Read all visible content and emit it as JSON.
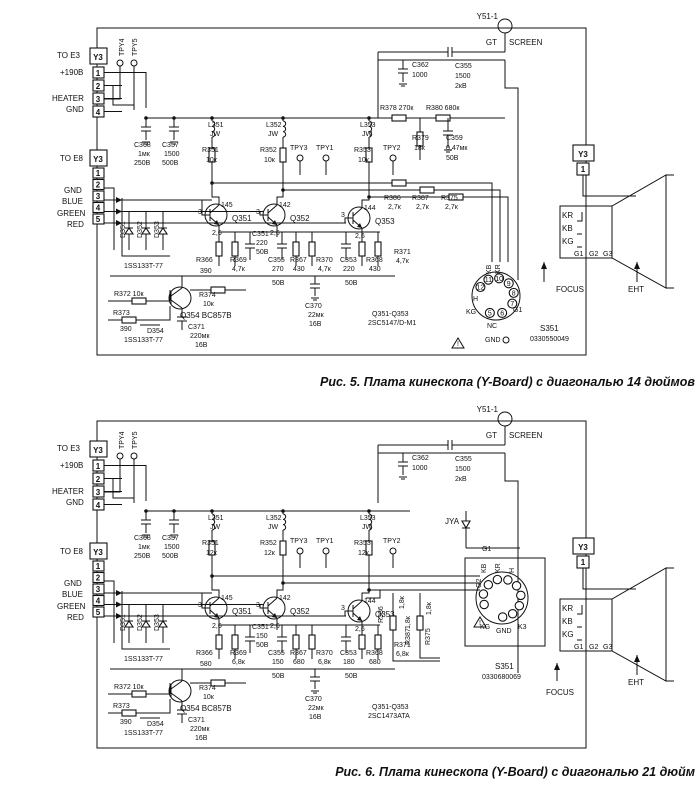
{
  "figures": [
    {
      "id": "fig5",
      "caption": "Рис. 5. Плата кинескопа (Y-Board) с диагональю 14 дюймов",
      "connector": {
        "y3_left": "Y3",
        "to_e3": "TO E3",
        "to_e8": "TO E8",
        "top_signals": [
          "+190В",
          "HEATER",
          "GND"
        ],
        "bottom_signals": [
          "GND",
          "BLUE",
          "GREEN",
          "RED"
        ],
        "pins_top": [
          "1",
          "2",
          "3",
          "4"
        ],
        "pins_bottom": [
          "1",
          "2",
          "3",
          "4",
          "5"
        ],
        "tp4": "TPY4",
        "tp5": "TPY5"
      },
      "top": {
        "y51": "Y51-1",
        "gt": "GT",
        "screen": "SCREEN",
        "c362": [
          "C362",
          "1000"
        ],
        "c355": [
          "C355",
          "1500",
          "2кВ"
        ]
      },
      "supply": {
        "c368": [
          "C368",
          "1мк",
          "250В"
        ],
        "c357": [
          "C357",
          "1500",
          "500В"
        ],
        "r378": "R378 270к",
        "r380": "R380 680к",
        "r379": [
          "R379",
          "18к"
        ],
        "c359": [
          "C359",
          "0,47мк",
          "50В"
        ]
      },
      "coils": [
        [
          "L351",
          "JW"
        ],
        [
          "L352",
          "JW"
        ],
        [
          "L353",
          "JW"
        ]
      ],
      "rcol": [
        [
          "R351",
          "10к"
        ],
        [
          "R352",
          "10к"
        ],
        [
          "R353",
          "10к"
        ]
      ],
      "tps": [
        "TPY3",
        "TPY1",
        "TPY2"
      ],
      "transistors": [
        "Q351",
        "Q352",
        "Q353"
      ],
      "pins": [
        "145",
        "142",
        "144",
        "3",
        "3",
        "3",
        "2,6",
        "2,6",
        "2,6"
      ],
      "lower": {
        "c351": [
          "C351",
          "220",
          "50В"
        ],
        "r366": [
          "R366",
          "390"
        ],
        "r369": [
          "R369",
          "4,7к"
        ],
        "c355b": [
          "C355",
          "270"
        ],
        "r367": [
          "R367",
          "430"
        ],
        "r370": [
          "R370",
          "4,7к"
        ],
        "c353": [
          "C353",
          "220"
        ],
        "r368": [
          "R368",
          "430"
        ],
        "r371": [
          "R371",
          "4,7к"
        ],
        "v50a": "50В",
        "v50b": "50В",
        "c370": [
          "C370",
          "22мк",
          "16В"
        ],
        "rmid": [
          [
            "R386",
            "2,7к"
          ],
          [
            "R387",
            "2,7к"
          ],
          [
            "R375",
            "2,7к"
          ]
        ]
      },
      "diodes": [
        "D351",
        "D352",
        "D353"
      ],
      "diode_type": "1SS133T-77",
      "q354": {
        "r372": "R372 10к",
        "r373": "R373",
        "r373v": "390",
        "d354": "D354",
        "d354t": "1SS133T-77",
        "r374": [
          "R374",
          "10к"
        ],
        "name": "Q354 BC857B",
        "c371": [
          "C371",
          "220мк",
          "16В"
        ]
      },
      "qtype": [
        "Q351-Q353",
        "2SC5147/D-M1"
      ],
      "socket": {
        "name": "S351",
        "part": "0330550049",
        "pins": [
          "H",
          "KG",
          "KB",
          "KR",
          "G1",
          "NC",
          "GND"
        ],
        "nums": [
          "12",
          "11",
          "10",
          "9",
          "8",
          "7",
          "6",
          "5"
        ]
      },
      "crt": {
        "y3": "Y3",
        "pin": "1",
        "kr": "KR",
        "kb": "KB",
        "kg": "KG",
        "g1": "G1",
        "g2": "G2",
        "g3": "G3",
        "focus": "FOCUS",
        "eht": "EHT"
      }
    },
    {
      "id": "fig6",
      "caption": "Рис. 6. Плата кинескопа (Y-Board) с диагональю 21 дюйм",
      "connector": {
        "y3_left": "Y3",
        "to_e3": "TO E3",
        "to_e8": "TO E8",
        "top_signals": [
          "+190В",
          "HEATER",
          "GND"
        ],
        "bottom_signals": [
          "GND",
          "BLUE",
          "GREEN",
          "RED"
        ],
        "pins_top": [
          "1",
          "2",
          "3",
          "4"
        ],
        "pins_bottom": [
          "1",
          "2",
          "3",
          "4",
          "5"
        ],
        "tp4": "TPY4",
        "tp5": "TPY5"
      },
      "top": {
        "y51": "Y51-1",
        "gt": "GT",
        "screen": "SCREEN",
        "c362": [
          "C362",
          "1000"
        ],
        "c355": [
          "C355",
          "1500",
          "2кВ"
        ]
      },
      "supply": {
        "c368": [
          "C368",
          "1мк",
          "250В"
        ],
        "c357": [
          "C357",
          "1500",
          "500В"
        ],
        "jya": "JYA",
        "g1": "G1"
      },
      "coils": [
        [
          "L351",
          "JW"
        ],
        [
          "L352",
          "JW"
        ],
        [
          "L353",
          "JW"
        ]
      ],
      "rcol": [
        [
          "R351",
          "12к"
        ],
        [
          "R352",
          "12к"
        ],
        [
          "R353",
          "12к"
        ]
      ],
      "tps": [
        "TPY3",
        "TPY1",
        "TPY2"
      ],
      "transistors": [
        "Q351",
        "Q352",
        "Q353"
      ],
      "pins": [
        "145",
        "142",
        "144",
        "3",
        "3",
        "3",
        "2,6",
        "2,6",
        "2,6"
      ],
      "lower": {
        "c351": [
          "C351",
          "150",
          "50В"
        ],
        "r366": [
          "R366",
          "580"
        ],
        "r369": [
          "R369",
          "6,8к"
        ],
        "c355b": [
          "C355",
          "150"
        ],
        "r367": [
          "R367",
          "680"
        ],
        "r370": [
          "R370",
          "6,8к"
        ],
        "c353": [
          "C353",
          "180"
        ],
        "r368": [
          "R368",
          "680"
        ],
        "r371": [
          "R371",
          "6,8к"
        ],
        "v50a": "50В",
        "v50b": "50В",
        "c370": [
          "C370",
          "22мк",
          "16В"
        ],
        "rmid": [
          [
            "R386",
            "1,8к"
          ],
          [
            "R387",
            "1,8к"
          ],
          [
            "R375",
            "1,8к"
          ]
        ]
      },
      "diodes": [
        "D351",
        "D352",
        "D353"
      ],
      "diode_type": "1SS133T-77",
      "q354": {
        "r372": "R372 10к",
        "r373": "R373",
        "r373v": "390",
        "d354": "D354",
        "d354t": "1SS133T-77",
        "r374": [
          "R374",
          "10к"
        ],
        "name": "Q354 BC857B",
        "c371": [
          "C371",
          "220мк",
          "16В"
        ]
      },
      "qtype": [
        "Q351-Q353",
        "2SC1473ATA"
      ],
      "socket": {
        "name": "S351",
        "part": "0330680069",
        "pins": [
          "KB",
          "KR",
          "H",
          "KG",
          "K3",
          "G2",
          "GND"
        ]
      },
      "crt": {
        "y3": "Y3",
        "pin": "1",
        "kr": "KR",
        "kb": "KB",
        "kg": "KG",
        "g1": "G1",
        "g2": "G2",
        "g3": "G3",
        "focus": "FOCUS",
        "eht": "EHT"
      }
    }
  ]
}
